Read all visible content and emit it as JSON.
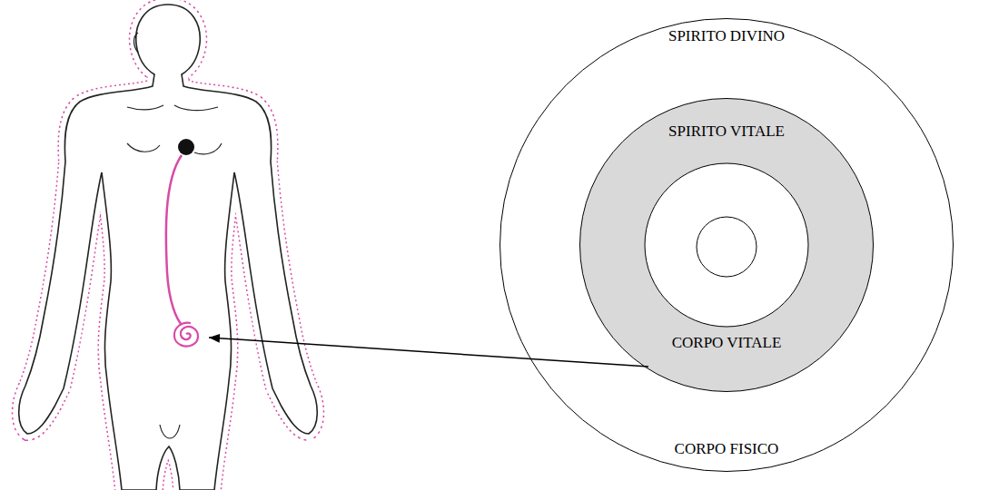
{
  "diagram": {
    "nodes": [
      {
        "text": [
          "SPIRITO DIVINO",
          "CORPO FISICO"
        ]
      },
      {
        "text": [
          "SPIRITO VITALE",
          "CORPO VITALE"
        ],
        "in": 0
      }
    ]
  }
}
